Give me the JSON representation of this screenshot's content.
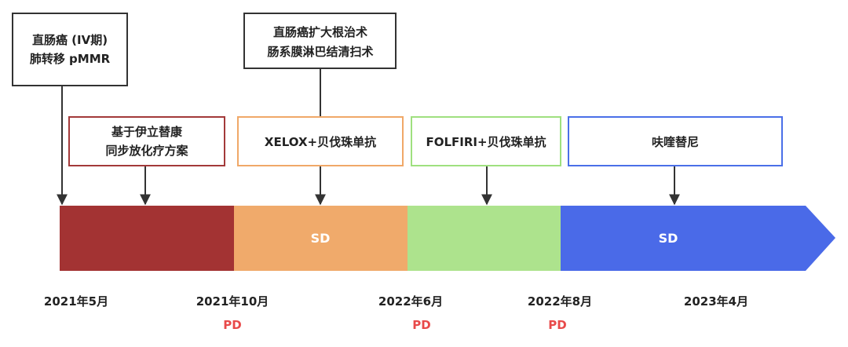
{
  "top_boxes": [
    {
      "lines": [
        "直肠癌 (IV期)",
        "肺转移 pMMR"
      ],
      "border": "#333333"
    },
    {
      "lines": [
        "直肠癌扩大根治术",
        "肠系膜淋巴结清扫术"
      ],
      "border": "#333333"
    }
  ],
  "treatment_boxes": [
    {
      "lines": [
        "基于伊立替康",
        "同步放化疗方案"
      ],
      "border": "#a33a3a"
    },
    {
      "lines": [
        "XELOX+贝伐珠单抗"
      ],
      "border": "#f0a868"
    },
    {
      "lines": [
        "FOLFIRI+贝伐珠单抗"
      ],
      "border": "#9fe07f"
    },
    {
      "lines": [
        "呋喹替尼"
      ],
      "border": "#4a6fe8"
    }
  ],
  "segments": [
    {
      "color": "#a33333",
      "label": ""
    },
    {
      "color": "#f0aa6b",
      "label": "SD"
    },
    {
      "color": "#ade38d",
      "label": ""
    },
    {
      "color": "#4a6ae8",
      "label": "SD"
    }
  ],
  "dates": [
    "2021年5月",
    "2021年10月",
    "2022年6月",
    "2022年8月",
    "2023年4月"
  ],
  "pd_marks": [
    "PD",
    "PD",
    "PD"
  ],
  "colors": {
    "pd": "#e84a4a",
    "text": "#222222",
    "arrow": "#333333"
  }
}
